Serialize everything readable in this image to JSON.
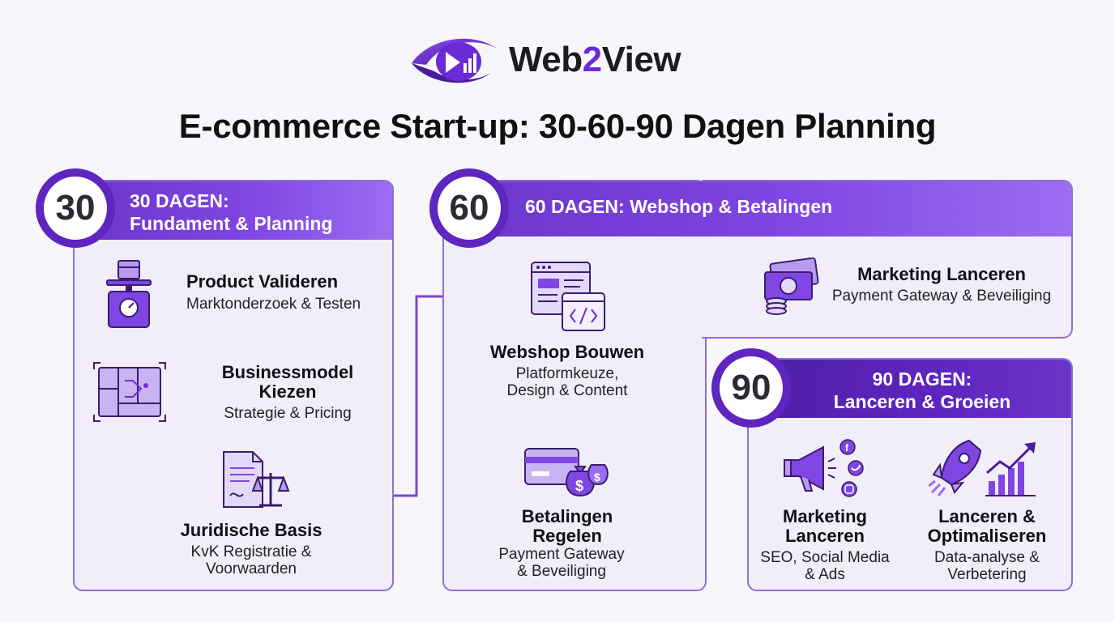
{
  "brand": {
    "name_part1": "Web",
    "name_highlight": "2",
    "name_part2": "View"
  },
  "title": "E-commerce Start-up: 30-60-90 Dagen Planning",
  "phases": [
    {
      "badge": "30",
      "header_line1": "30 DAGEN:",
      "header_line2": "Fundament & Planning",
      "steps": [
        {
          "title": "Product Valideren",
          "subtitle": "Marktonderzoek & Testen",
          "icon": "scale-box-icon"
        },
        {
          "title_line1": "Businessmodel",
          "title_line2": "Kiezen",
          "subtitle": "Strategie & Pricing",
          "icon": "flowchart-icon"
        },
        {
          "title": "Juridische Basis",
          "subtitle_line1": "KvK Registratie &",
          "subtitle_line2": "Voorwaarden",
          "icon": "document-law-icon"
        }
      ]
    },
    {
      "badge": "60",
      "header": "60 DAGEN: Webshop & Betalingen",
      "steps": [
        {
          "title": "Webshop Bouwen",
          "subtitle_line1": "Platformkeuze,",
          "subtitle_line2": "Design & Content",
          "icon": "browser-code-icon"
        },
        {
          "title_line1": "Betalingen",
          "title_line2": "Regelen",
          "subtitle_line1": "Payment Gateway",
          "subtitle_line2": "& Beveiliging",
          "icon": "card-moneybag-icon"
        },
        {
          "title": "Marketing Lanceren",
          "subtitle": "Payment Gateway & Beveiliging",
          "icon": "cash-coins-icon"
        }
      ]
    },
    {
      "badge": "90",
      "header_line1": "90 DAGEN:",
      "header_line2": "Lanceren & Groeien",
      "steps": [
        {
          "title_line1": "Marketing",
          "title_line2": "Lanceren",
          "subtitle_line1": "SEO, Social Media",
          "subtitle_line2": "& Ads",
          "icon": "megaphone-social-icon"
        },
        {
          "title_line1": "Lanceren &",
          "title_line2": "Optimaliseren",
          "subtitle_line1": "Data-analyse &",
          "subtitle_line2": "Verbetering",
          "icon": "rocket-growth-icon"
        }
      ]
    }
  ],
  "colors": {
    "primary": "#6a2bd6",
    "dark": "#5e25bf",
    "panel_bg": "#f1eef9",
    "border": "#8f6fd1"
  }
}
